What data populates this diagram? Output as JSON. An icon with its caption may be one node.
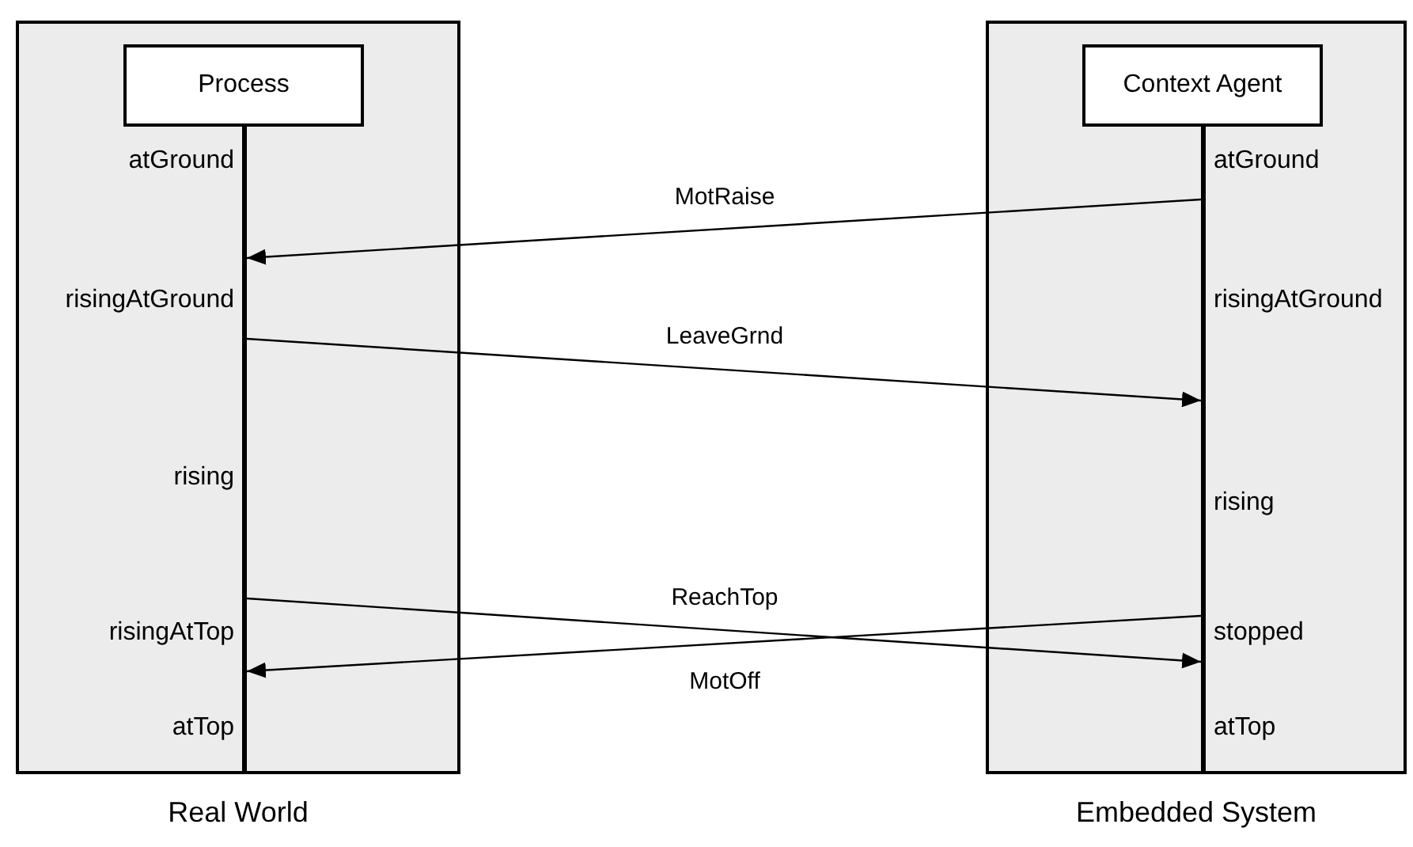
{
  "diagram": {
    "nodes": [
      {
        "text": [
          "Real World"
        ]
      },
      {
        "text": [
          "Process"
        ],
        "in": 0
      },
      {
        "text": [],
        "shape": "bar",
        "in": 0,
        "beside": [
          "atGround",
          "risingAtGround",
          "rising",
          "risingAtTop",
          "atTop"
        ]
      },
      {
        "text": [
          "Embedded System"
        ]
      },
      {
        "text": [
          "Context Agent"
        ],
        "in": 3
      },
      {
        "text": [],
        "shape": "bar",
        "in": 3,
        "beside": [
          "atGround",
          "risingAtGround",
          "rising",
          "stopped",
          "atTop"
        ]
      }
    ],
    "edges": [
      {
        "from": 5,
        "to": 2,
        "arrow": "to",
        "label": "MotRaise"
      },
      {
        "from": 2,
        "to": 5,
        "arrow": "to",
        "label": "LeaveGrnd"
      },
      {
        "from": 2,
        "to": 5,
        "arrow": "to",
        "label": "ReachTop"
      },
      {
        "from": 5,
        "to": 2,
        "arrow": "to",
        "label": "MotOff"
      }
    ]
  }
}
